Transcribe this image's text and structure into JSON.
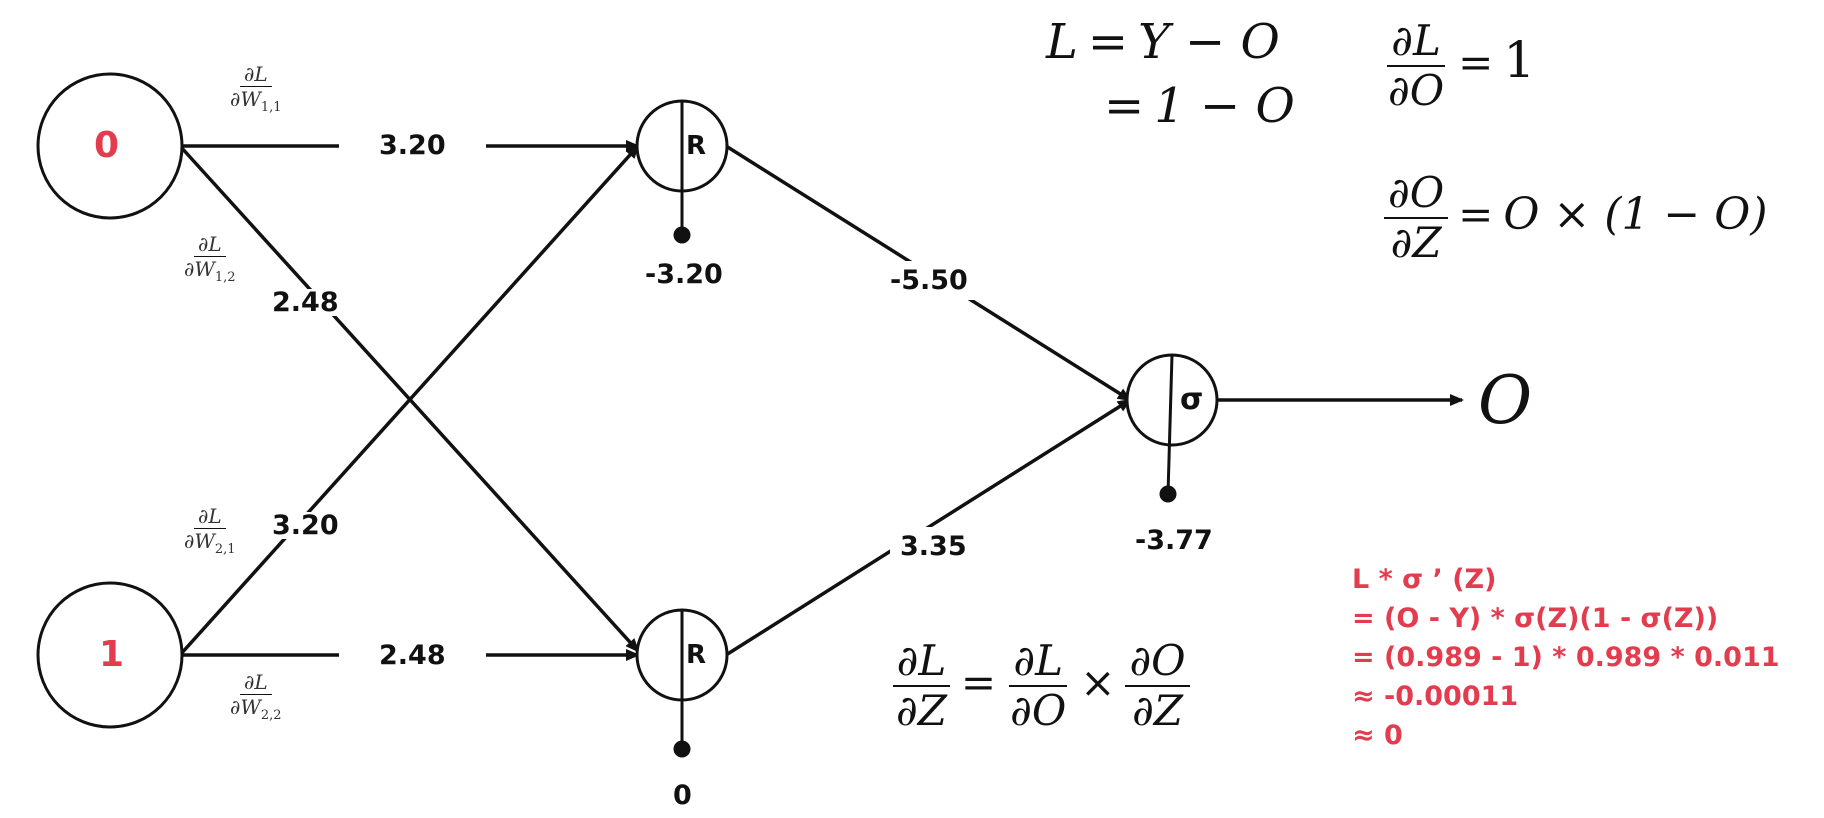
{
  "inputs": [
    {
      "value": "0",
      "color": "#e23c4e"
    },
    {
      "value": "1",
      "color": "#e23c4e"
    }
  ],
  "hidden_nodes": [
    {
      "symbol": "R",
      "bias": "-3.20"
    },
    {
      "symbol": "R",
      "bias": "0"
    }
  ],
  "output_node": {
    "symbol": "σ",
    "bias": "-3.77",
    "output_label": "O"
  },
  "weights": {
    "w11": "3.20",
    "w12": "2.48",
    "w21": "3.20",
    "w22": "2.48",
    "h1_out": "-5.50",
    "h2_out": "3.35"
  },
  "grad_labels": {
    "numerator": "∂L",
    "w11": {
      "den": "∂W",
      "sub": "1,1"
    },
    "w12": {
      "den": "∂W",
      "sub": "1,2"
    },
    "w21": {
      "den": "∂W",
      "sub": "2,1"
    },
    "w22": {
      "den": "∂W",
      "sub": "2,2"
    }
  },
  "equations": {
    "loss_line1_lhs": "L",
    "loss_line1_rhs": "Y − O",
    "loss_line2_rhs": "1 − O",
    "eq": "=",
    "dL_dO": {
      "num": "∂L",
      "den": "∂O",
      "value": "1"
    },
    "dO_dZ": {
      "num": "∂O",
      "den": "∂Z",
      "value": "O × (1 − O)"
    },
    "chain": {
      "lhs_num": "∂L",
      "lhs_den": "∂Z",
      "a_num": "∂L",
      "a_den": "∂O",
      "times": "×",
      "b_num": "∂O",
      "b_den": "∂Z"
    }
  },
  "red_derivation": [
    "L * σ ’ (Z)",
    "= (O - Y) * σ(Z)(1 - σ(Z))",
    "= (0.989 - 1) * 0.989 * 0.011",
    "≈ -0.00011",
    "≈ 0"
  ],
  "colors": {
    "accent": "#e23c4e",
    "ink": "#111111"
  }
}
